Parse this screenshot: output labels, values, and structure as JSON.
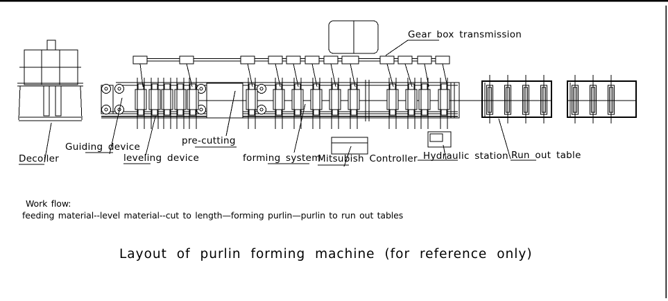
{
  "drawing": {
    "labels": {
      "decoiler": "Decoiler",
      "guiding_device": "Guiding device",
      "leveling_device": "leveling device",
      "pre_cutting": "pre-cutting",
      "forming_system": "forming system",
      "controller": "Mitsubish Controller",
      "hydraulic_station": "Hydraulic station",
      "run_out_table": "Run out table",
      "gear_box": "Gear box transmission"
    },
    "workflow": {
      "heading": "Work flow:",
      "sequence": "feeding material--level material--cut to length—forming purlin—purlin to run out tables"
    },
    "title": "Layout of purlin forming machine (for reference only)",
    "colors": {
      "ink": "#000000",
      "paper": "#ffffff"
    }
  }
}
